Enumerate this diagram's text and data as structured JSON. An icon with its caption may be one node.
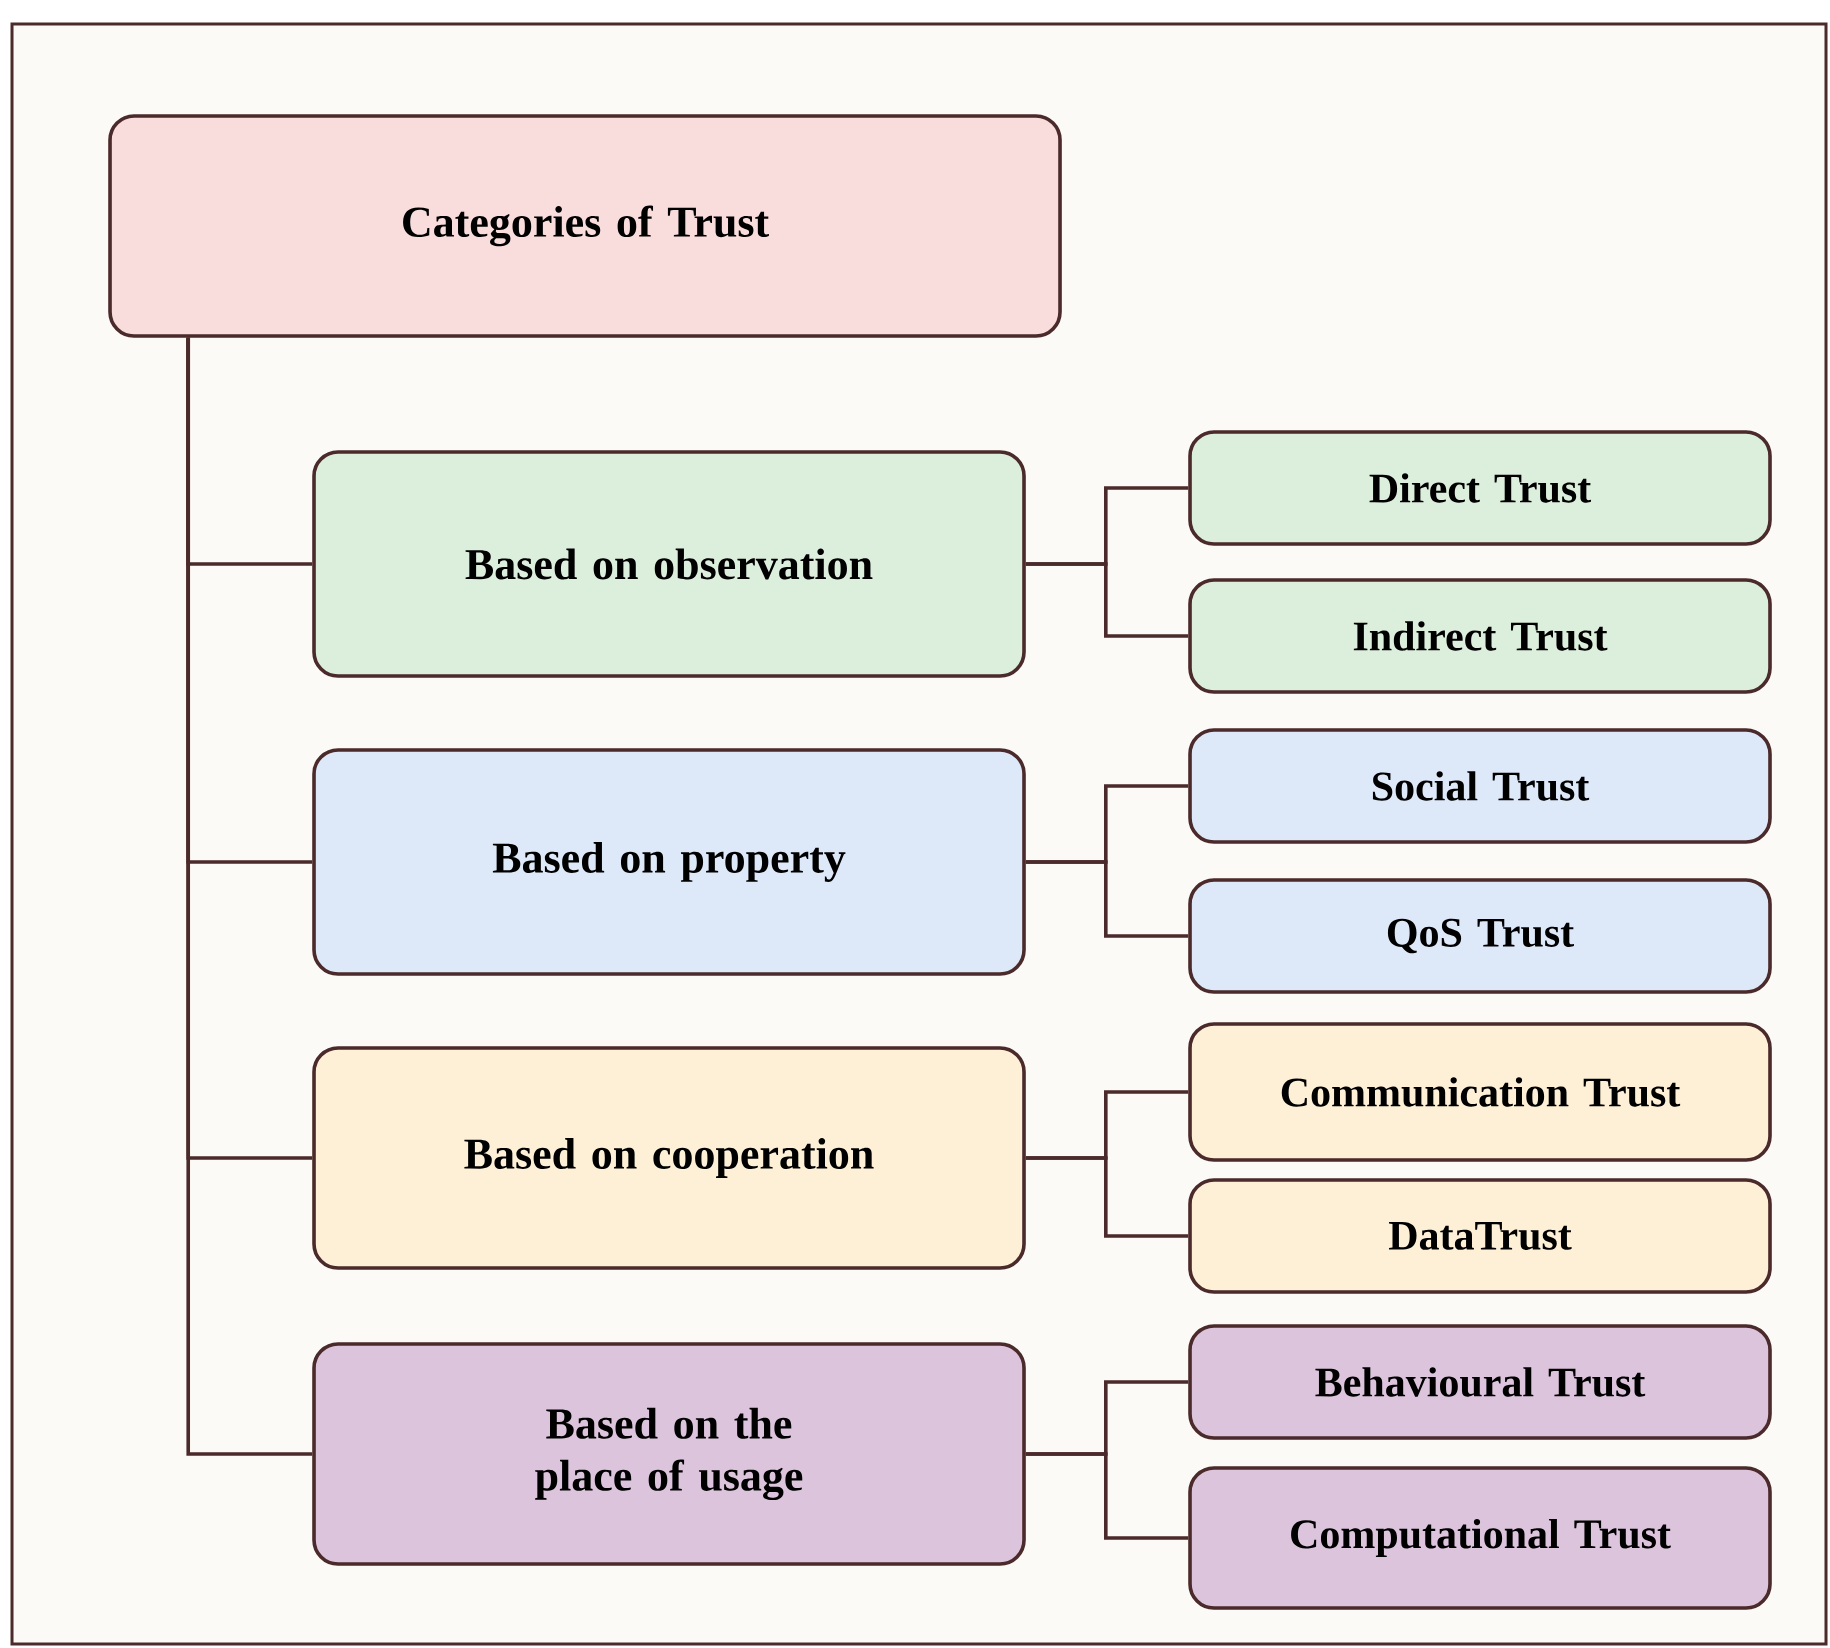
{
  "diagram": {
    "nodes": [
      {
        "text": [
          "Categories of Trust"
        ]
      },
      {
        "text": [
          "Based on observation"
        ]
      },
      {
        "text": [
          "Direct Trust"
        ]
      },
      {
        "text": [
          "Indirect Trust"
        ]
      },
      {
        "text": [
          "Based on property"
        ]
      },
      {
        "text": [
          "Social Trust"
        ]
      },
      {
        "text": [
          "QoS Trust"
        ]
      },
      {
        "text": [
          "Based on cooperation"
        ]
      },
      {
        "text": [
          "Communication Trust"
        ]
      },
      {
        "text": [
          "DataTrust"
        ]
      },
      {
        "text": [
          "Based on the place of usage"
        ]
      },
      {
        "text": [
          "Behavioural Trust"
        ]
      },
      {
        "text": [
          "Computational Trust"
        ]
      }
    ],
    "edges": [
      {
        "from": 0,
        "to": 1,
        "arrow": "none"
      },
      {
        "from": 0,
        "to": 4,
        "arrow": "none"
      },
      {
        "from": 0,
        "to": 7,
        "arrow": "none"
      },
      {
        "from": 0,
        "to": 10,
        "arrow": "none"
      },
      {
        "from": 1,
        "to": 2,
        "arrow": "none"
      },
      {
        "from": 1,
        "to": 3,
        "arrow": "none"
      },
      {
        "from": 4,
        "to": 5,
        "arrow": "none"
      },
      {
        "from": 4,
        "to": 6,
        "arrow": "none"
      },
      {
        "from": 7,
        "to": 8,
        "arrow": "none"
      },
      {
        "from": 7,
        "to": 9,
        "arrow": "none"
      },
      {
        "from": 10,
        "to": 11,
        "arrow": "none"
      },
      {
        "from": 10,
        "to": 12,
        "arrow": "none"
      }
    ]
  }
}
